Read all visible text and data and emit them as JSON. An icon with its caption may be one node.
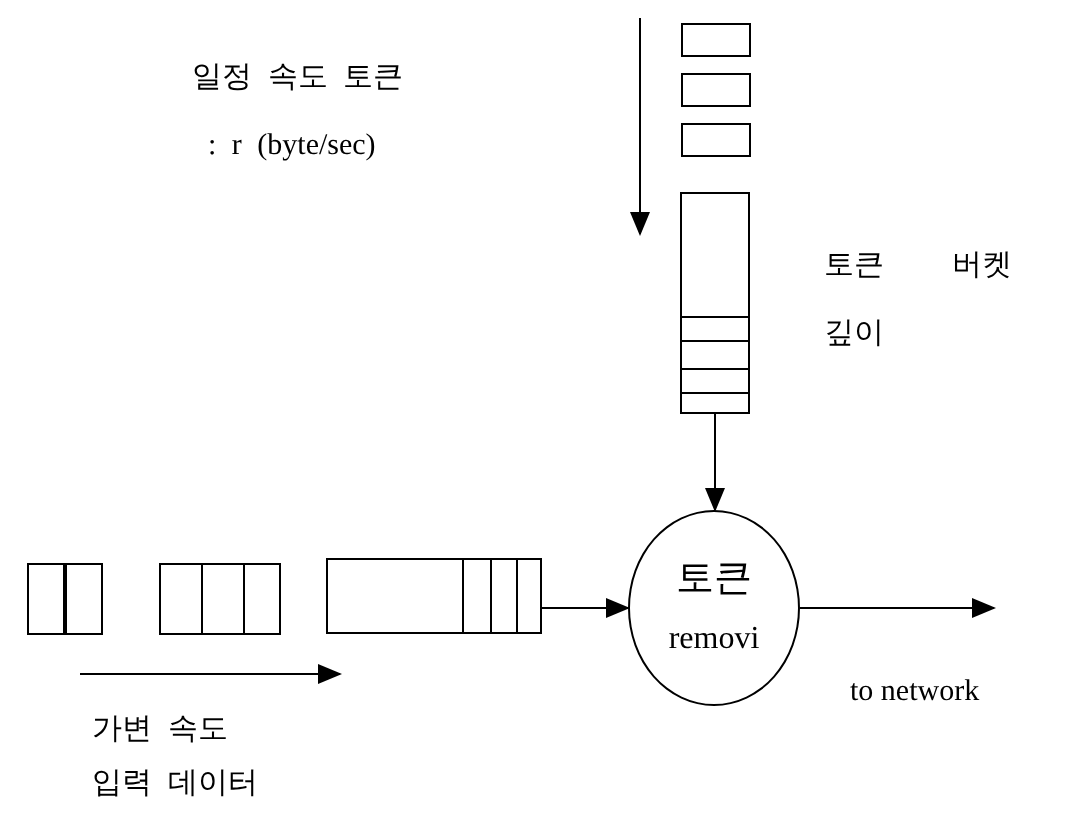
{
  "diagram": {
    "nodes": [
      {
        "text": [],
        "shape": "box",
        "beside": [
          "토큰 버켓 깊이"
        ]
      },
      {
        "text": [
          "토큰",
          "removi"
        ]
      },
      {
        "text": [],
        "shape": "box"
      }
    ],
    "edges": [
      {
        "from": 0,
        "to": 1,
        "arrow": "to"
      },
      {
        "from": 2,
        "to": 1,
        "arrow": "to"
      },
      {
        "from": 1,
        "to": null,
        "arrow": "to",
        "label": "to network"
      }
    ],
    "labels": [
      "일정 속도 토큰",
      ": r (byte/sec)",
      "가변 속도",
      "입력 데이터"
    ]
  }
}
